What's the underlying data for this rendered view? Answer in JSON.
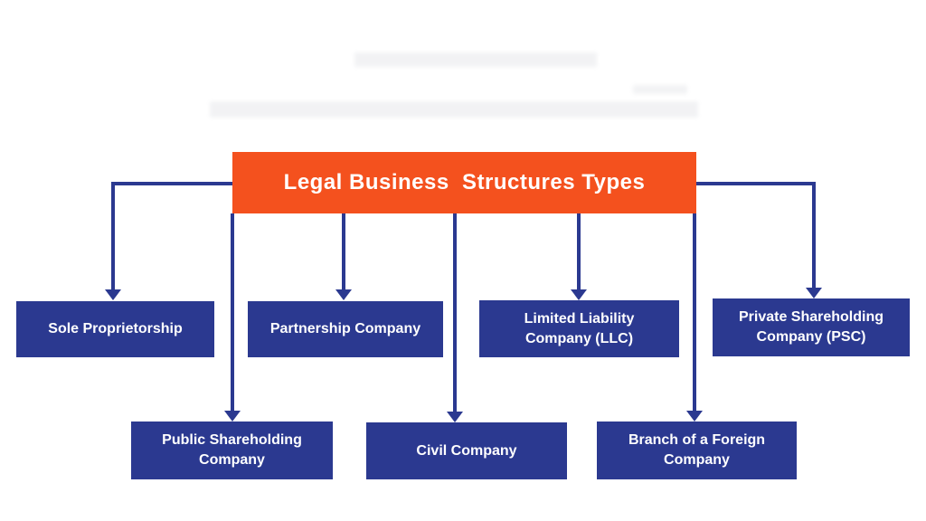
{
  "diagram": {
    "title": "Legal Business  Structures Types",
    "nodes": [
      {
        "id": "sole",
        "label": "Sole Proprietorship"
      },
      {
        "id": "partnership",
        "label": "Partnership Company"
      },
      {
        "id": "llc",
        "label": "Limited Liability Company (LLC)"
      },
      {
        "id": "psc",
        "label": "Private Shareholding Company (PSC)"
      },
      {
        "id": "public",
        "label": "Public Shareholding Company"
      },
      {
        "id": "civil",
        "label": "Civil Company"
      },
      {
        "id": "branch",
        "label": "Branch of a Foreign Company"
      }
    ],
    "colors": {
      "title_bg": "#F4511E",
      "node_bg": "#2B3990",
      "connector": "#2B3990",
      "text": "#FFFFFF"
    }
  }
}
